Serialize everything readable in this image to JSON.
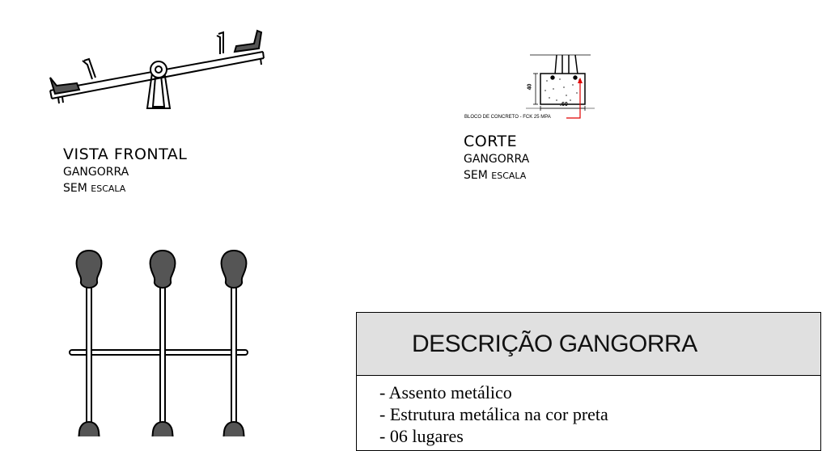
{
  "front_view": {
    "title": "VISTA  FRONTAL",
    "subtitle": "GANGORRA",
    "scale_word": "SEM",
    "scale_small": "ESCALA"
  },
  "section": {
    "title": "CORTE",
    "subtitle": "GANGORRA",
    "scale_word": "SEM",
    "scale_small": "ESCALA",
    "block_note": "BLOCO DE CONCRETO - FCK 25 MPA",
    "dim_height": "40",
    "dim_width": ".60"
  },
  "description": {
    "title": "DESCRIÇÃO GANGORRA",
    "items": [
      "-  Assento metálico",
      "-  Estrutura metálica na cor preta",
      "-  06 lugares"
    ]
  },
  "colors": {
    "seat_fill": "#555555",
    "line": "#000000",
    "header_bg": "#e0e0e0",
    "callout": "#e00000"
  }
}
